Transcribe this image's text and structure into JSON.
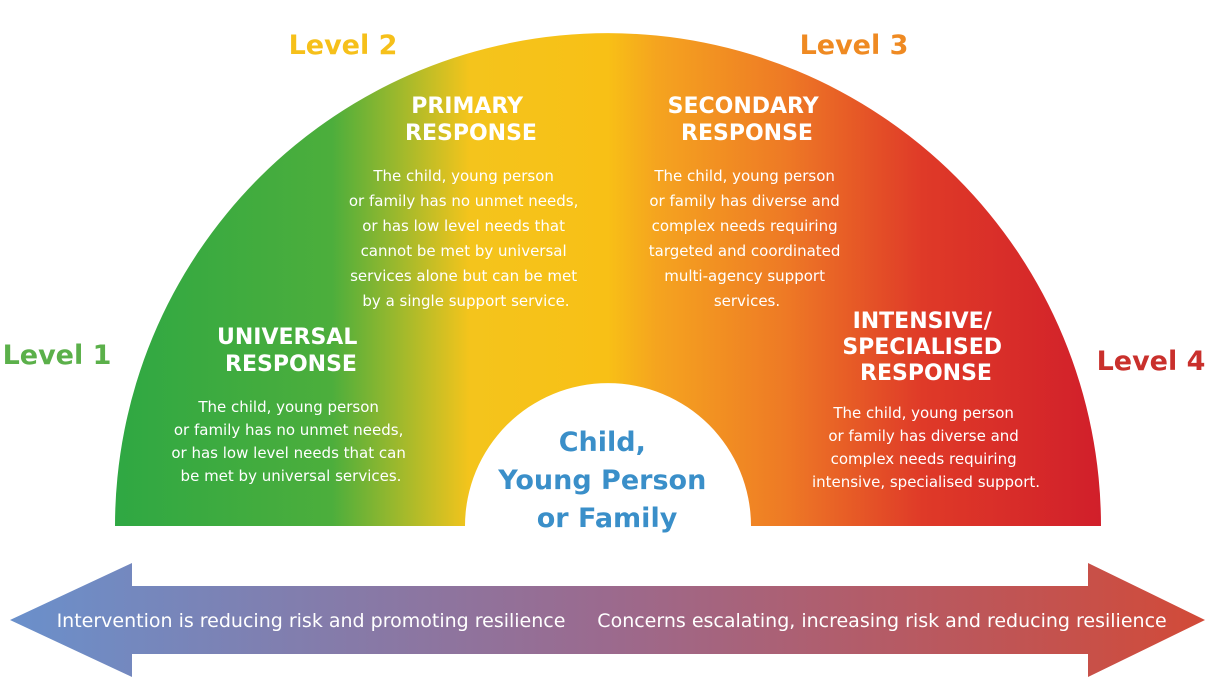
{
  "levels": {
    "level1": "Level 1",
    "level2": "Level 2",
    "level3": "Level 3",
    "level4": "Level 4"
  },
  "sections": {
    "universal": {
      "heading": [
        "UNIVERSAL",
        "RESPONSE"
      ],
      "body": [
        "The child, young person",
        "or family has no unmet needs,",
        "or has low level needs that can",
        "be met by universal services."
      ]
    },
    "primary": {
      "heading": [
        "PRIMARY",
        "RESPONSE"
      ],
      "body": [
        "The child, young person",
        "or family has no unmet needs,",
        "or has low level needs that",
        "cannot be met by universal",
        "services alone but can be met",
        "by a single support service."
      ]
    },
    "secondary": {
      "heading": [
        "SECONDARY",
        "RESPONSE"
      ],
      "body": [
        "The child, young person",
        "or family has diverse and",
        "complex needs requiring",
        "targeted and coordinated",
        "multi-agency support",
        "services."
      ]
    },
    "intensive": {
      "heading": [
        "INTENSIVE/",
        "SPECIALISED",
        "RESPONSE"
      ],
      "body": [
        "The child, young person",
        "or family has diverse and",
        "complex needs requiring",
        "intensive, specialised support."
      ]
    }
  },
  "center": [
    "Child,",
    "Young Person",
    "or Family"
  ],
  "arrow": {
    "left_text": "Intervention is reducing risk and promoting resilience",
    "right_text": "Concerns escalating, increasing risk and reducing resilience"
  },
  "colors": {
    "green": "#3aaa43",
    "yellow": "#f6c21a",
    "orange": "#f08a24",
    "red": "#d32129",
    "level1": "#5bb04a",
    "level2": "#f6c01a",
    "level3": "#ef8a22",
    "level4": "#c9302c",
    "center_text": "#3a8fc9",
    "arrow_left": "#6f8fc8",
    "arrow_right": "#cf4a3c"
  }
}
